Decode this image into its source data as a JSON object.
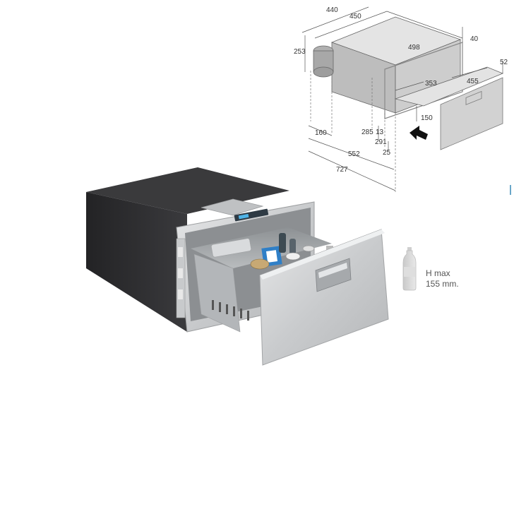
{
  "dimensions": {
    "d440": "440",
    "d450": "450",
    "d253": "253",
    "d40": "40",
    "d498": "498",
    "d52": "52",
    "d455": "455",
    "d353": "353",
    "d150": "150",
    "d285": "285",
    "d13": "13",
    "d291": "291",
    "d25": "25",
    "d160": "160",
    "d552": "552",
    "d727": "727"
  },
  "capacity": {
    "line1": "H max",
    "line2": "155 mm."
  },
  "icons": {
    "bottle": "bottle-icon",
    "arrow": "insert-arrow-icon"
  },
  "colors": {
    "cabinet": "#2b2b2d",
    "steel": "#cfd1d3",
    "blueprint_fill": "#d6d6d6",
    "text": "#555555"
  }
}
